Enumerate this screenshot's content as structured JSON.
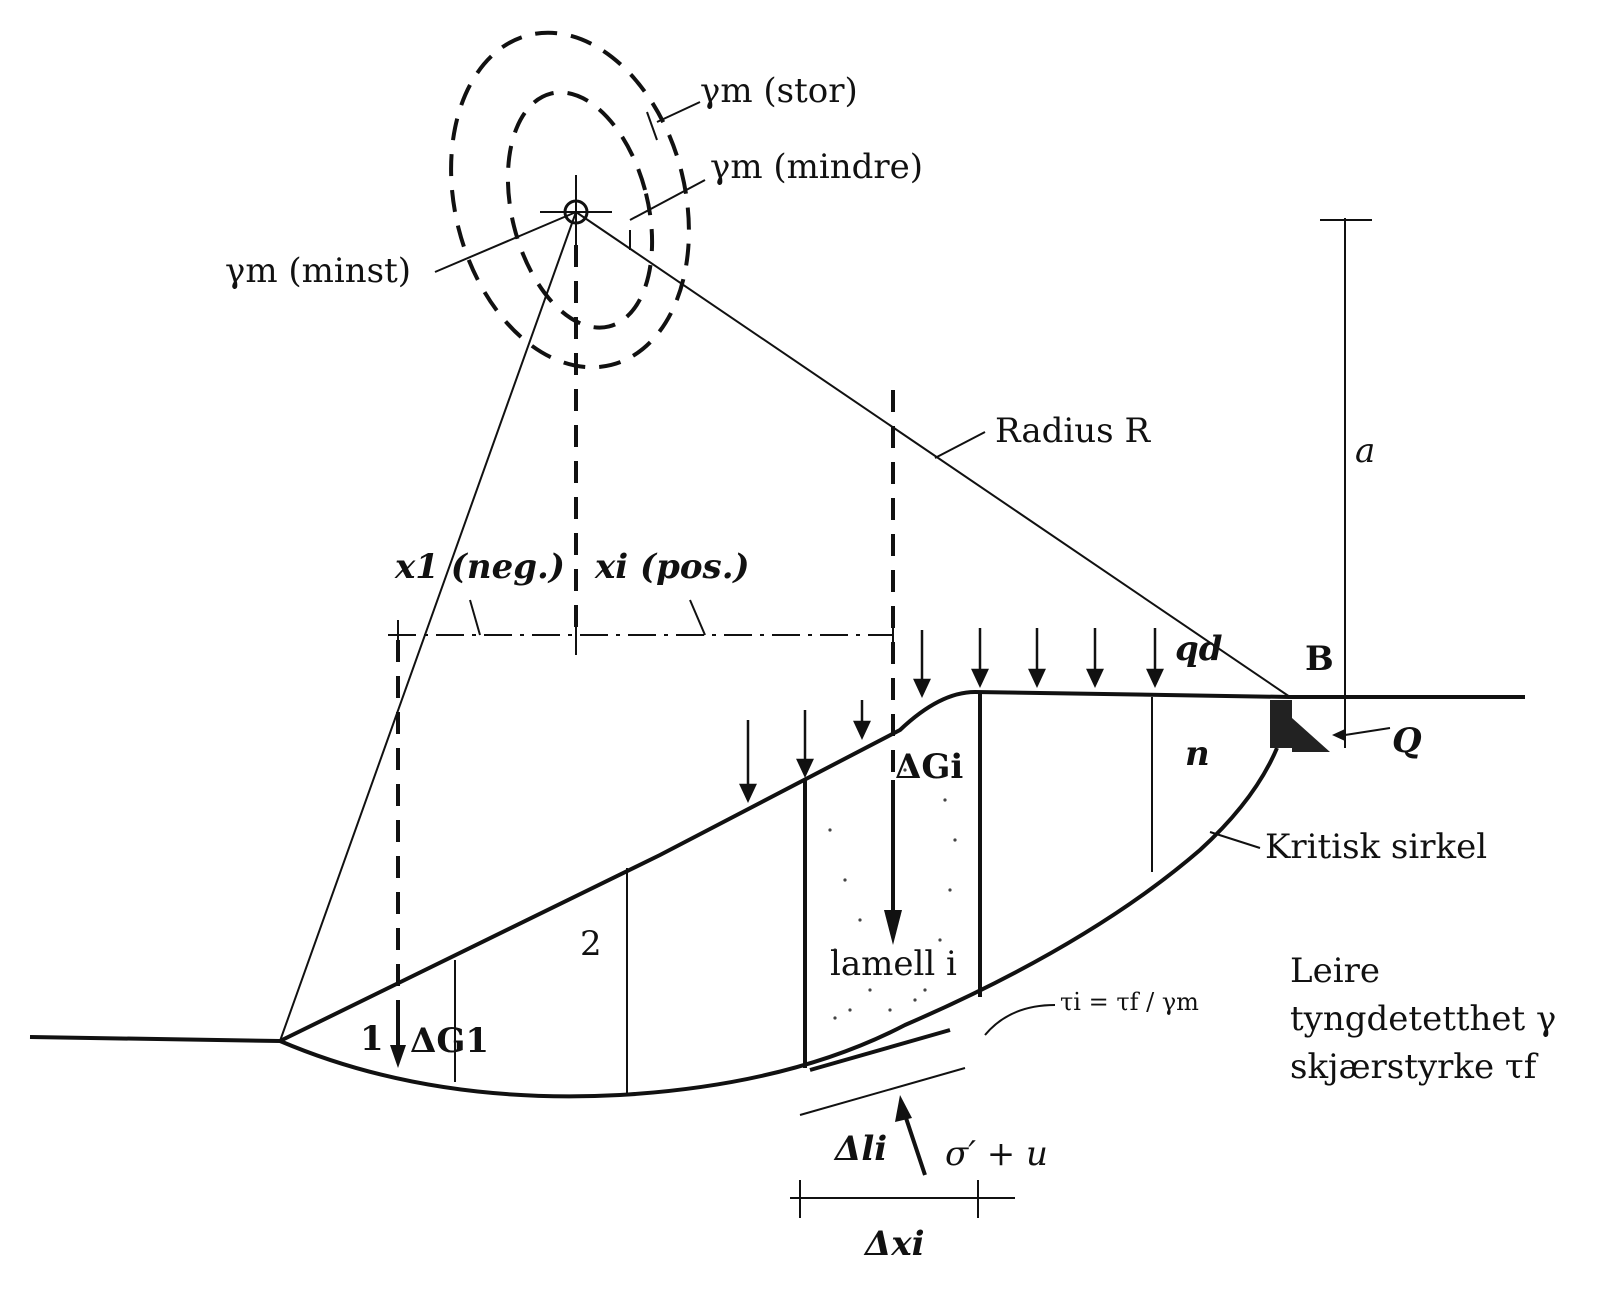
{
  "labels": {
    "gamma_stor": "γm (stor)",
    "gamma_mindre": "γm (mindre)",
    "gamma_minst": "γm (minst)",
    "radius": "Radius R",
    "a": "a",
    "x1_neg": "x1 (neg.)",
    "xi_pos": "xi (pos.)",
    "qd": "qd",
    "B": "B",
    "Q": "Q",
    "n": "n",
    "delta_Gi": "ΔGi",
    "kritisk_sirkel": "Kritisk sirkel",
    "slice_2": "2",
    "lamell_i": "lamell i",
    "slice_1": "1",
    "delta_G1": "ΔG1",
    "tau_eq": "τi = τf / γm",
    "leire": "Leire",
    "tyngdetetthet": "tyngdetetthet γ",
    "skjaerstyrke": "skjærstyrke τf",
    "delta_li": "Δli",
    "sigma_u": "σ′ + u",
    "delta_xi": "Δxi"
  },
  "colors": {
    "ink": "#111111",
    "paper": "#ffffff"
  }
}
